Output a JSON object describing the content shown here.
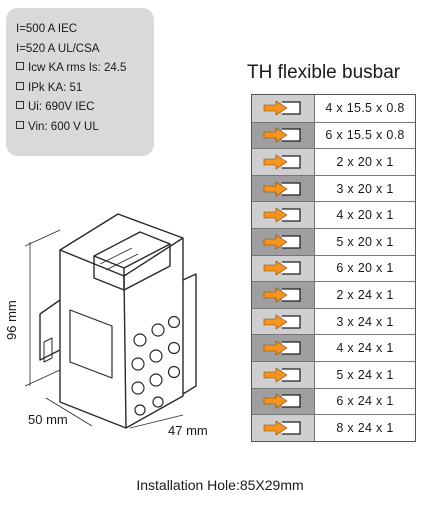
{
  "specs": {
    "lines": [
      {
        "text": "I=500 A IEC",
        "bullet": false
      },
      {
        "text": "I=520 A UL/CSA",
        "bullet": false
      },
      {
        "text": "Icw KA rms Is: 24.5",
        "bullet": true
      },
      {
        "text": "IPk KA: 51",
        "bullet": true
      },
      {
        "text": "Ui: 690V IEC",
        "bullet": true
      },
      {
        "text": "Vin: 600 V UL",
        "bullet": true
      }
    ]
  },
  "table": {
    "title": "TH flexible busbar",
    "icon": "arrow-into-slot-icon",
    "arrow_color": "#f7941d",
    "rows": [
      "4 x 15.5 x 0.8",
      "6 x 15.5 x 0.8",
      "2 x 20 x 1",
      "3 x 20 x 1",
      "4 x 20 x 1",
      "5 x 20 x 1",
      "6 x 20 x 1",
      "2 x 24 x 1",
      "3 x 24 x 1",
      "4 x 24 x 1",
      "5 x 24 x 1",
      "6 x 24 x 1",
      "8 x 24 x 1"
    ]
  },
  "drawing": {
    "height_label": "96 mm",
    "depth_label": "50 mm",
    "width_label": "47 mm"
  },
  "footer": {
    "installation": "Installation Hole:85X29mm"
  }
}
